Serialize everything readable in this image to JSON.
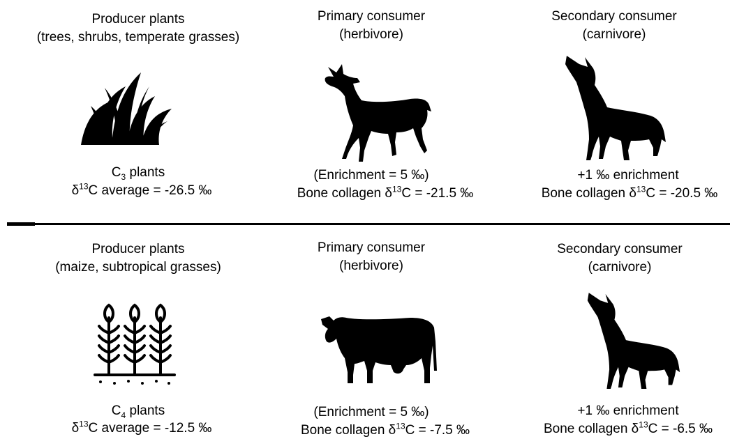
{
  "top": {
    "producer": {
      "title": "Producer plants",
      "subtitle": "(trees, shrubs, temperate grasses)",
      "plant_prefix": "C",
      "plant_sub": "3",
      "plant_suffix": " plants",
      "avg_prefix": "δ",
      "avg_sup": "13",
      "avg_suffix": "C average = -26.5 ‰",
      "icon": "grass-icon"
    },
    "primary": {
      "title": "Primary consumer",
      "subtitle": "(herbivore)",
      "enrichment": "(Enrichment = 5 ‰)",
      "bone_prefix": "Bone collagen δ",
      "bone_sup": "13",
      "bone_suffix": "C = -21.5 ‰",
      "icon": "deer-icon"
    },
    "secondary": {
      "title": "Secondary consumer",
      "subtitle": "(carnivore)",
      "enrichment": "+1 ‰ enrichment",
      "bone_prefix": "Bone collagen δ",
      "bone_sup": "13",
      "bone_suffix": "C = -20.5 ‰",
      "icon": "wolf-icon"
    }
  },
  "bottom": {
    "producer": {
      "title": "Producer plants",
      "subtitle": "(maize, subtropical grasses)",
      "plant_prefix": "C",
      "plant_sub": "4",
      "plant_suffix": " plants",
      "avg_prefix": "δ",
      "avg_sup": "13",
      "avg_suffix": "C average = -12.5 ‰",
      "icon": "crops-icon"
    },
    "primary": {
      "title": "Primary consumer",
      "subtitle": "(herbivore)",
      "enrichment": "(Enrichment = 5 ‰)",
      "bone_prefix": "Bone collagen δ",
      "bone_sup": "13",
      "bone_suffix": "C = -7.5 ‰",
      "icon": "cow-icon"
    },
    "secondary": {
      "title": "Secondary consumer",
      "subtitle": "(carnivore)",
      "enrichment": "+1 ‰ enrichment",
      "bone_prefix": "Bone collagen δ",
      "bone_sup": "13",
      "bone_suffix": "C = -6.5 ‰",
      "icon": "wolf-icon"
    }
  },
  "colors": {
    "ink": "#000000",
    "background": "#ffffff"
  }
}
